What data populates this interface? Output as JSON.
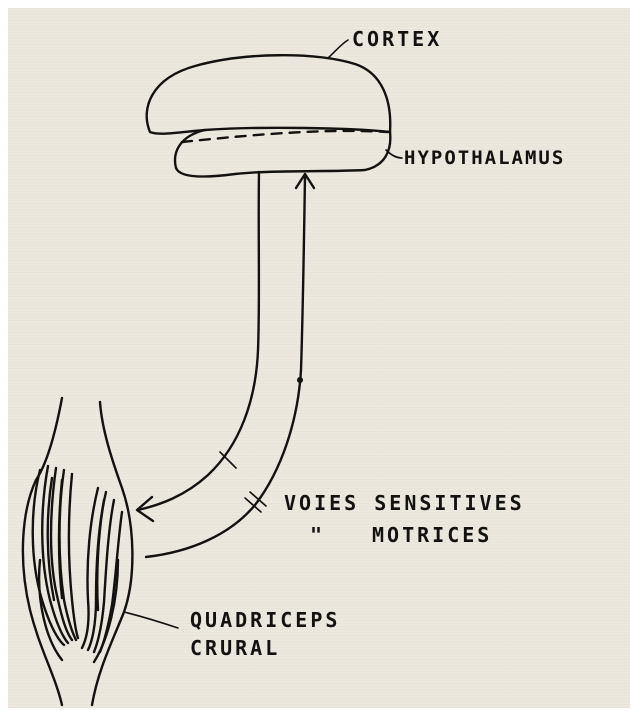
{
  "labels": {
    "cortex": "CORTEX",
    "hypothalamus": "HYPOTHALAMUS",
    "voies_line1": "VOIES SENSITIVES",
    "voies_line2_mark": "\"",
    "voies_line2": "MOTRICES",
    "quadriceps_line1": "QUADRICEPS",
    "quadriceps_line2": "CRURAL"
  },
  "colors": {
    "ink": "#141210",
    "paper": "#ece8de"
  }
}
